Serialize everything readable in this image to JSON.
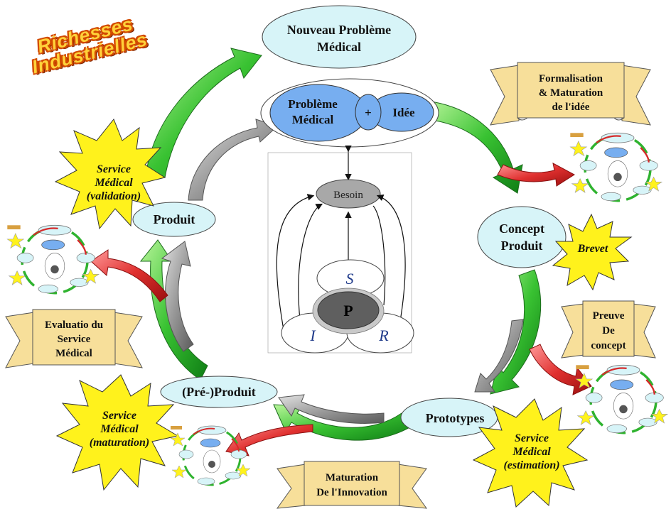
{
  "brand": {
    "line1": "Richesses",
    "line2": "Industrielles"
  },
  "top_ellipse": {
    "line1": "Nouveau Problème",
    "line2": "Médical"
  },
  "center": {
    "probleme_line1": "Problème",
    "probleme_line2": "Médical",
    "plus": "+",
    "idee": "Idée",
    "besoin": "Besoin",
    "s": "S",
    "p": "P",
    "i": "I",
    "r": "R"
  },
  "stages": {
    "concept_line1": "Concept",
    "concept_line2": "Produit",
    "prototypes": "Prototypes",
    "pre_produit": "(Pré-)Produit",
    "produit": "Produit"
  },
  "stars": {
    "validation": [
      "Service",
      "Médical",
      "(validation)"
    ],
    "maturation": [
      "Service",
      "Médical",
      "(maturation)"
    ],
    "estimation": [
      "Service",
      "Médical",
      "(estimation)"
    ],
    "brevet": "Brevet"
  },
  "banners": {
    "formalisation": [
      "Formalisation",
      "& Maturation",
      "de l'idée"
    ],
    "preuve": [
      "Preuve",
      "De",
      "concept"
    ],
    "evaluation": [
      "Evaluatio du",
      "Service",
      "Médical"
    ],
    "maturation_innovation": [
      "Maturation",
      "De l'Innovation"
    ]
  },
  "colors": {
    "ellipse_fill": "#d7f4f8",
    "blue_fill": "#77aef0",
    "arrow_green": "#2fb32f",
    "arrow_gray": "#8a8a8a",
    "arrow_red": "#d62a2a",
    "star_yellow": "#fff21c",
    "banner_fill": "#f7df9a"
  }
}
